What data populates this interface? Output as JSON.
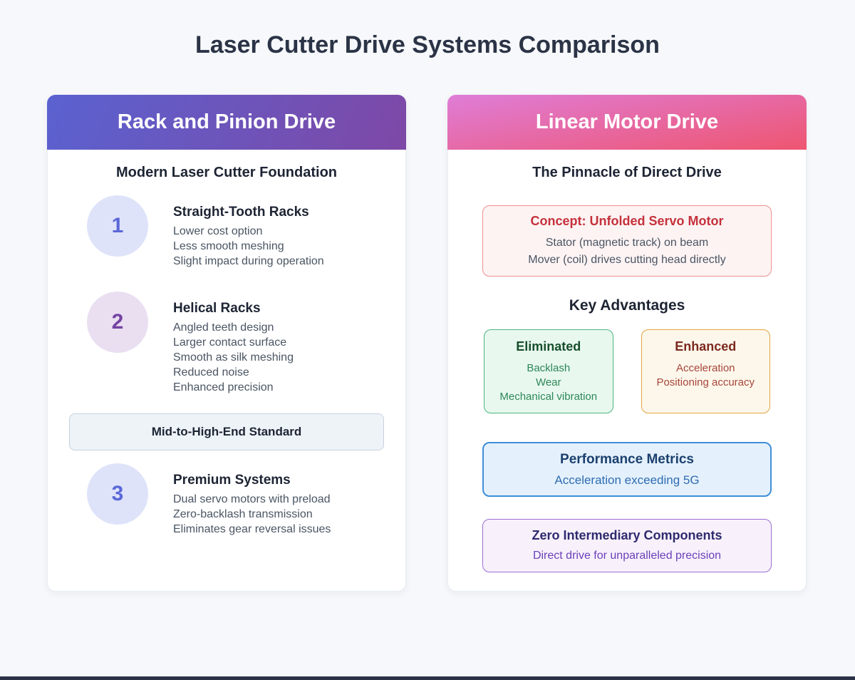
{
  "page": {
    "title": "Laser Cutter Drive Systems Comparison"
  },
  "rack_card": {
    "header": "Rack and Pinion Drive",
    "subtitle": "Modern Laser Cutter Foundation",
    "items": [
      {
        "number": "1",
        "title": "Straight-Tooth Racks",
        "lines": [
          "Lower cost option",
          "Less smooth meshing",
          "Slight impact during operation"
        ]
      },
      {
        "number": "2",
        "title": "Helical Racks",
        "lines": [
          "Angled teeth design",
          "Larger contact surface",
          "Smooth as silk meshing",
          "Reduced noise",
          "Enhanced precision"
        ]
      },
      {
        "number": "3",
        "title": "Premium Systems",
        "lines": [
          "Dual servo motors with preload",
          "Zero-backlash transmission",
          "Eliminates gear reversal issues"
        ]
      }
    ],
    "banner": "Mid-to-High-End Standard"
  },
  "linear_card": {
    "header": "Linear Motor Drive",
    "subtitle": "The Pinnacle of Direct Drive",
    "concept_box": {
      "title": "Concept: Unfolded Servo Motor",
      "lines": [
        "Stator (magnetic track) on beam",
        "Mover (coil) drives cutting head directly"
      ]
    },
    "key_advantages_title": "Key Advantages",
    "advantage_boxes": [
      {
        "title": "Eliminated",
        "items": [
          "Backlash",
          "Wear",
          "Mechanical vibration"
        ]
      },
      {
        "title": "Enhanced",
        "items": [
          "Acceleration",
          "Positioning accuracy"
        ]
      }
    ],
    "performance_box": {
      "title": "Performance Metrics",
      "line": "Acceleration exceeding 5G"
    },
    "zero_box": {
      "title": "Zero Intermediary Components",
      "line": "Direct drive for unparalleled precision"
    }
  },
  "colors": {
    "page_background": "#f6f8fb",
    "title_text": "#2b3346",
    "rack_header_gradient": [
      "#5a62d0",
      "#7e48a6"
    ],
    "linear_header_gradient": [
      "#df7dd8",
      "#ee5570"
    ],
    "circle_indigo_bg": "#dfe3f9",
    "circle_indigo_text": "#5b68d8",
    "circle_purple_bg": "#e9dff1",
    "circle_purple_text": "#7443a2",
    "concept_accent": "#c4313b",
    "eliminated_border": "#4bb580",
    "eliminated_text": "#2e8757",
    "enhanced_border": "#e3a33f",
    "enhanced_text": "#a8453a",
    "performance_border": "#3f8ed6",
    "performance_text": "#2f6cb3",
    "zero_border": "#9c6fd2",
    "zero_text": "#6b3fb8",
    "bottom_bar": "#2b3245"
  }
}
